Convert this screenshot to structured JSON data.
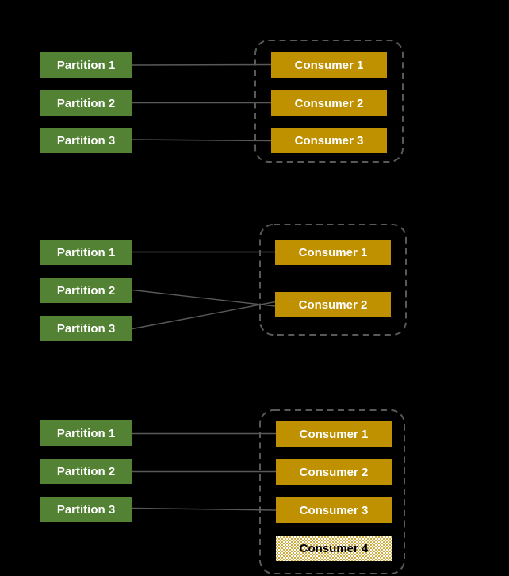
{
  "colors": {
    "background": "#000000",
    "partition": "#548235",
    "consumer": "#BF9000",
    "line": "#595959",
    "text": "#FFFFFF",
    "idle_fill": "#FFFFFF",
    "idle_dot": "#BF9000",
    "idle_text": "#000000"
  },
  "groups": [
    {
      "partitions": [
        "Partition 1",
        "Partition 2",
        "Partition 3"
      ],
      "consumers": [
        "Consumer 1",
        "Consumer 2",
        "Consumer 3"
      ],
      "connections": [
        "Partition 1 → Consumer 1",
        "Partition 2 → Consumer 2",
        "Partition 3 → Consumer 3"
      ]
    },
    {
      "partitions": [
        "Partition 1",
        "Partition 2",
        "Partition 3"
      ],
      "consumers": [
        "Consumer 1",
        "Consumer 2"
      ],
      "connections": [
        "Partition 1 → Consumer 1",
        "Partition 2 → Consumer 2",
        "Partition 3 → Consumer 2"
      ]
    },
    {
      "partitions": [
        "Partition 1",
        "Partition 2",
        "Partition 3"
      ],
      "consumers": [
        "Consumer 1",
        "Consumer 2",
        "Consumer 3",
        "Consumer 4"
      ],
      "idle_consumer": "Consumer 4",
      "connections": [
        "Partition 1 → Consumer 1",
        "Partition 2 → Consumer 2",
        "Partition 3 → Consumer 3"
      ]
    }
  ]
}
